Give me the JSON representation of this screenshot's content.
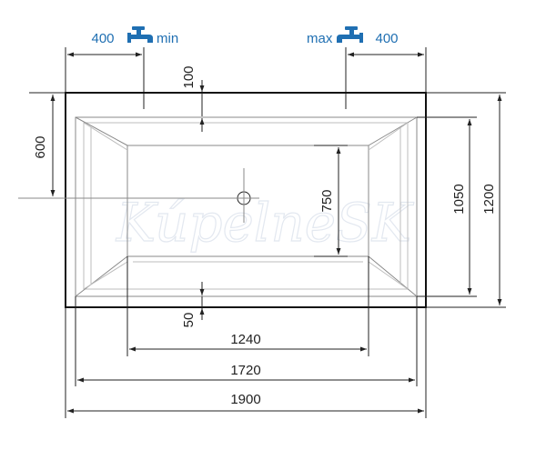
{
  "colors": {
    "accent": "#1f6fb2",
    "line": "#222222",
    "watermark": "#e3e8f0"
  },
  "faucets": {
    "left": {
      "icon": "faucet-icon",
      "distance": "400",
      "label": "min"
    },
    "right": {
      "icon": "faucet-icon",
      "distance": "400",
      "label": "max"
    }
  },
  "dimensions": {
    "top_offset": "100",
    "bottom_offset": "50",
    "drain_offset": "600",
    "inner_depth": "750",
    "basin_length": "1050",
    "overall_width": "1200",
    "bottom_width": "1240",
    "inner_length": "1720",
    "overall_length": "1900"
  },
  "watermark": "KúpelneSK"
}
